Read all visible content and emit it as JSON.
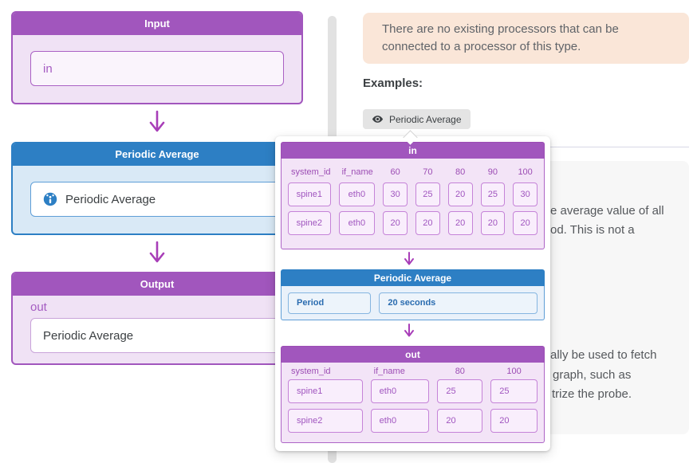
{
  "flow": {
    "input": {
      "title": "Input",
      "port": "in"
    },
    "processor": {
      "title": "Periodic Average",
      "name": "Periodic Average"
    },
    "output": {
      "title": "Output",
      "port": "out",
      "value": "Periodic Average"
    }
  },
  "panel": {
    "alert_text": "There are no existing processors that can be connected to a processor of this type.",
    "examples_label": "Examples:",
    "example_button_label": "Periodic Average",
    "doc_fragments": [
      "e average value of all",
      "od. This is not a",
      "ally be used to fetch",
      "graph, such as",
      "trize the probe."
    ]
  },
  "popup": {
    "in_table": {
      "title": "in",
      "columns": [
        "system_id",
        "if_name",
        "60",
        "70",
        "80",
        "90",
        "100"
      ],
      "rows": [
        [
          "spine1",
          "eth0",
          "30",
          "25",
          "20",
          "25",
          "30"
        ],
        [
          "spine2",
          "eth0",
          "20",
          "20",
          "20",
          "20",
          "20"
        ]
      ]
    },
    "processor": {
      "title": "Periodic Average",
      "param_name": "Period",
      "param_value": "20 seconds"
    },
    "out_table": {
      "title": "out",
      "columns": [
        "system_id",
        "if_name",
        "80",
        "100"
      ],
      "rows": [
        [
          "spine1",
          "eth0",
          "25",
          "25"
        ],
        [
          "spine2",
          "eth0",
          "20",
          "20"
        ]
      ]
    }
  },
  "colors": {
    "purple_accent": "#a156bd",
    "blue_accent": "#2d7fc4",
    "arrow": "#a83eb8",
    "alert_background": "#fae6d8",
    "purple_text": "#a55cc2"
  }
}
